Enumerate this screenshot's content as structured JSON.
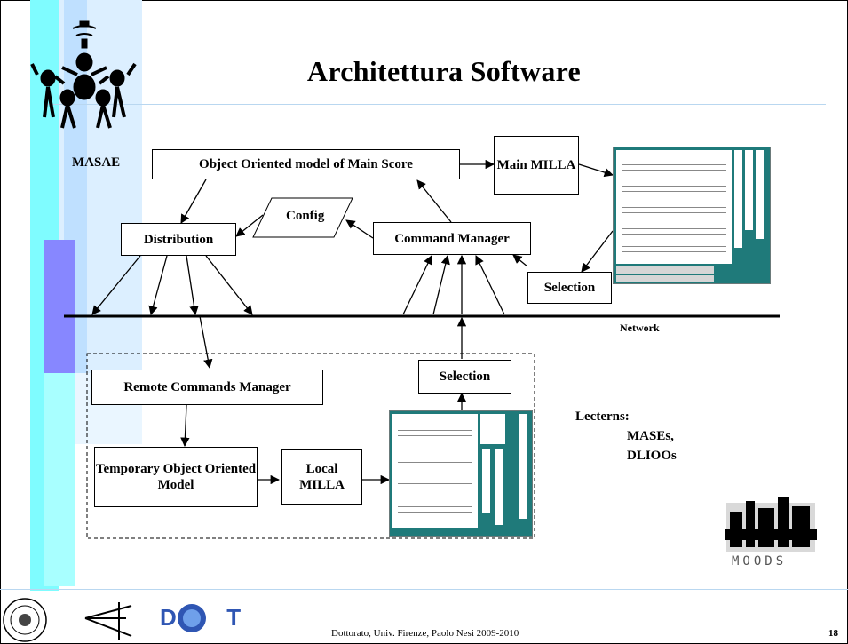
{
  "slide": {
    "title": "Architettura Software",
    "footer_text": "Dottorato, Univ. Firenze, Paolo Nesi 2009-2010",
    "page_number": "18",
    "accent_colors": {
      "cyan": "#80ffff",
      "purple": "#8080ff",
      "pale_blue": "#cfe8ff"
    }
  },
  "labels": {
    "masae": "MASAE",
    "network": "Network",
    "lecterns_heading": "Lecterns:",
    "lecterns_item_1": "MASEs,",
    "lecterns_item_2": "DLIOOs"
  },
  "boxes": {
    "object_model": "Object Oriented model of Main Score",
    "main_milla": "Main MILLA",
    "config": "Config",
    "distribution": "Distribution",
    "command_manager": "Command Manager",
    "selection_top": "Selection",
    "selection_bottom": "Selection",
    "remote_commands": "Remote Commands Manager",
    "temporary_model": "Temporary Object Oriented Model",
    "local_milla": "Local MILLA"
  },
  "logos": {
    "dist_text": "D  T",
    "moods_text": "MOODS"
  }
}
